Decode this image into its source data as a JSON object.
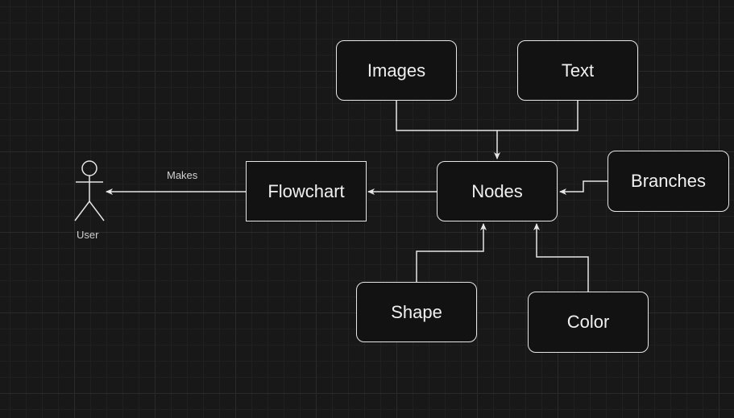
{
  "colors": {
    "background": "#181818",
    "stroke": "#e6e6e6",
    "node_fill": "#121212",
    "text": "#f0f0f0"
  },
  "nodes": {
    "images": "Images",
    "text": "Text",
    "nodes": "Nodes",
    "flowchart": "Flowchart",
    "branches": "Branches",
    "shape": "Shape",
    "color": "Color"
  },
  "actor": {
    "label": "User",
    "icon": "stick-figure-icon"
  },
  "edges": {
    "makes_label": "Makes"
  }
}
